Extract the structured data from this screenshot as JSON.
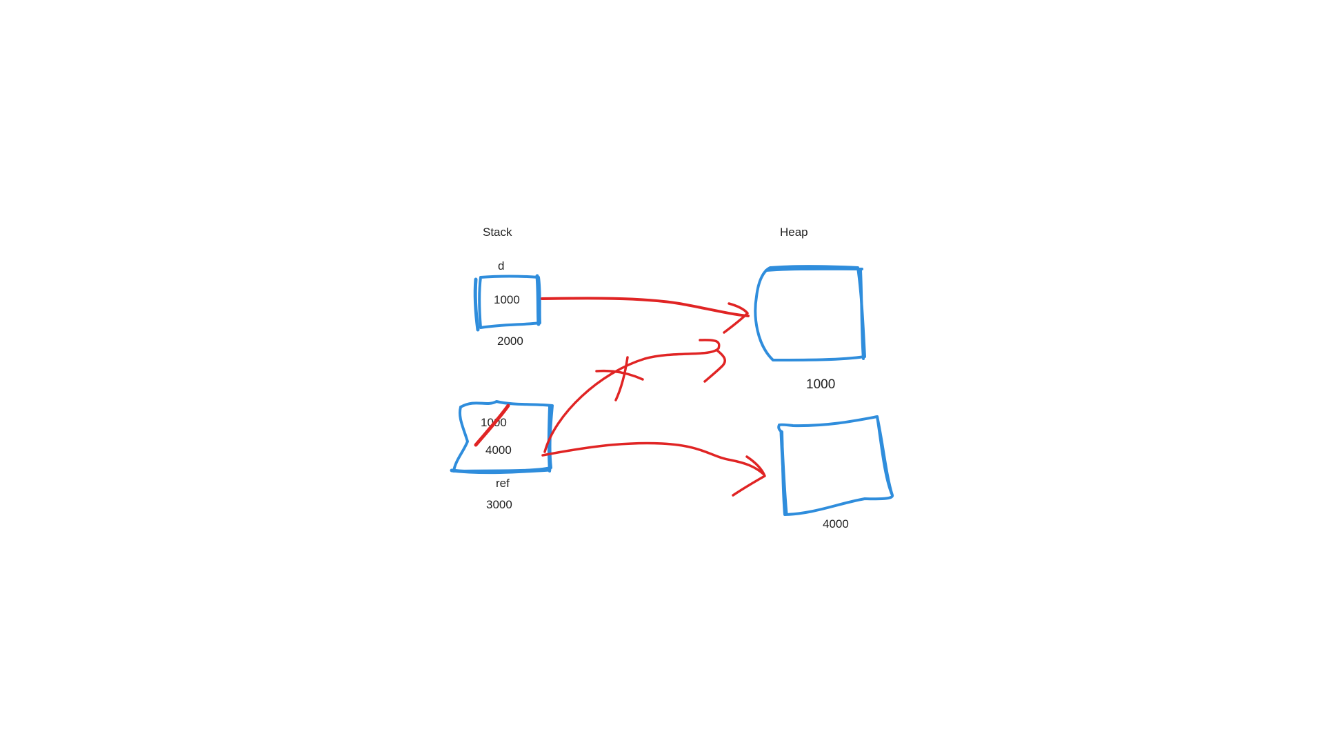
{
  "colors": {
    "box_stroke": "#2f8ddc",
    "arrow_stroke": "#e02424",
    "text": "#1f1f1f",
    "background": "#ffffff"
  },
  "stack": {
    "title": "Stack",
    "var_d": {
      "name": "d",
      "value": "1000",
      "address": "2000"
    },
    "var_ref": {
      "name": "ref",
      "old_value": "1000",
      "value": "4000",
      "address": "3000"
    }
  },
  "heap": {
    "title": "Heap",
    "object_1": {
      "address": "1000"
    },
    "object_2": {
      "address": "4000"
    }
  }
}
